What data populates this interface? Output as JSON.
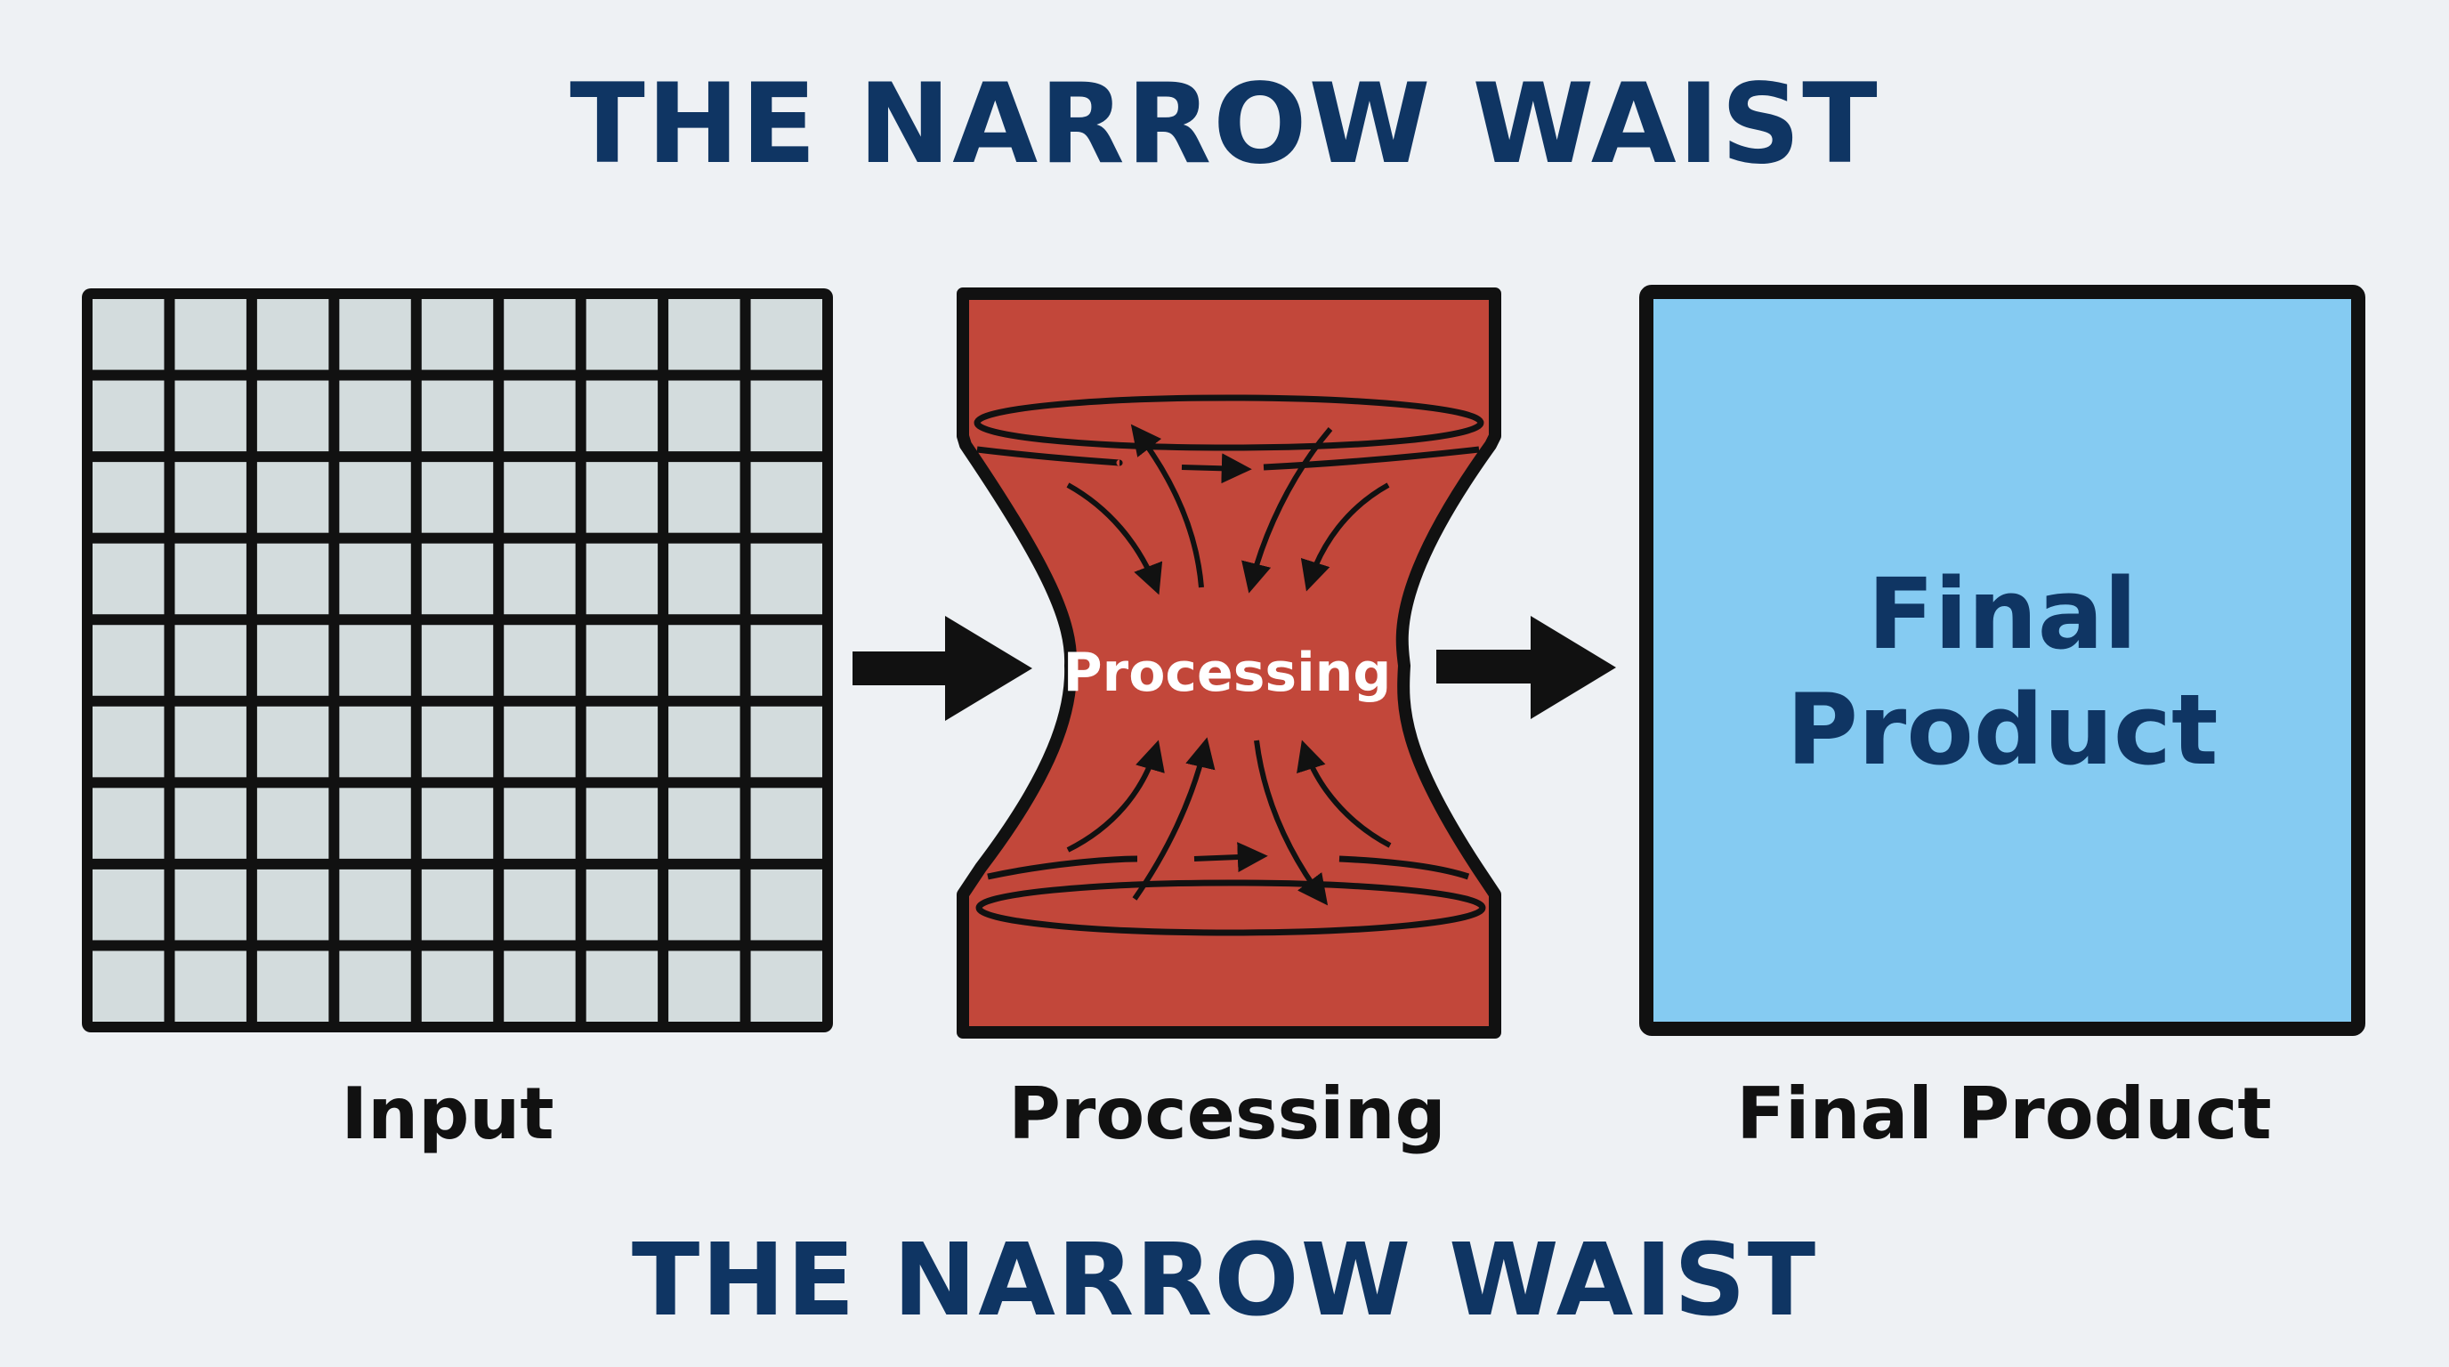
{
  "title_top": "THE NARROW WAIST",
  "title_bottom": "THE NARROW WAIST",
  "stages": {
    "input": {
      "label": "Input",
      "grid_rows": 9,
      "grid_cols": 9
    },
    "processing": {
      "label": "Processing",
      "center_label": "Processing"
    },
    "final": {
      "label": "Final Product",
      "box_line1": "Final",
      "box_line2": "Product"
    }
  },
  "icons": [
    "arrow-right-icon",
    "arrow-right-icon"
  ],
  "colors": {
    "title": "#0f3563",
    "grid_cell": "#d3dcdd",
    "processing_fill": "#c2473a",
    "final_fill": "#85cbf2",
    "outline": "#111111",
    "background": "#eef1f4"
  }
}
